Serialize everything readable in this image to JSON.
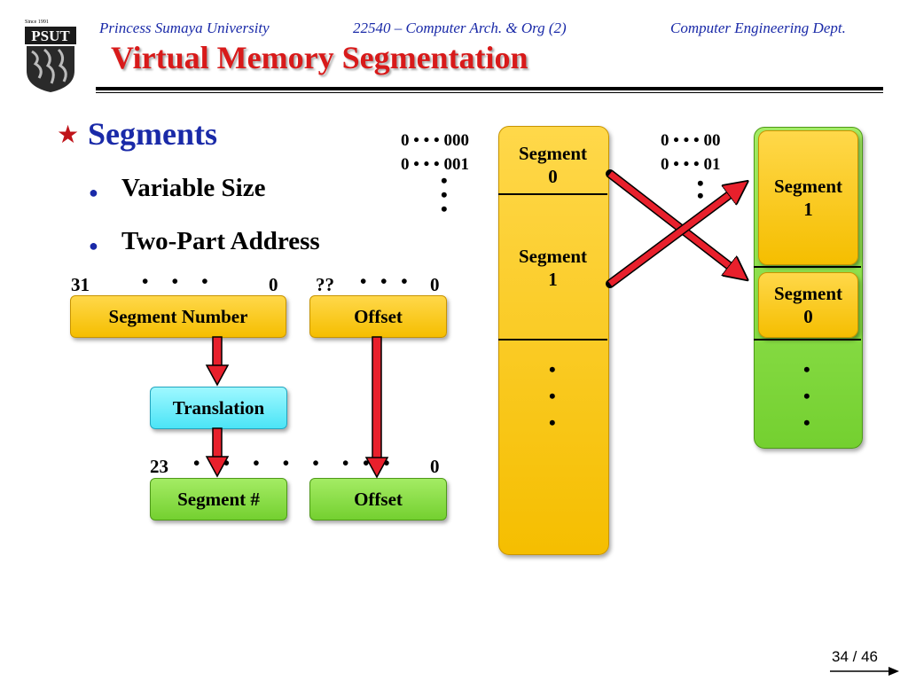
{
  "header": {
    "university": "Princess Sumaya University",
    "course": "22540 – Computer Arch. & Org (2)",
    "department": "Computer Engineering Dept.",
    "title": "Virtual Memory Segmentation",
    "logo_text": "PSUT",
    "logo_since": "Since 1991"
  },
  "bullets": {
    "main": "Segments",
    "sub1": "Variable Size",
    "sub2": "Two-Part Address"
  },
  "address": {
    "virt_hi": "31",
    "virt_lo": "0",
    "offset_hi": "??",
    "offset_lo": "0",
    "segment_number": "Segment Number",
    "offset": "Offset",
    "translation": "Translation",
    "phys_hi": "23",
    "phys_lo": "0",
    "segment_hash": "Segment #",
    "phys_offset": "Offset"
  },
  "virtual_memory": {
    "addr1": "0 • • • 000",
    "addr2": "0 • • • 001",
    "seg0": [
      "Segment",
      "0"
    ],
    "seg1": [
      "Segment",
      "1"
    ]
  },
  "physical_memory": {
    "addr1": "0 • • • 00",
    "addr2": "0 • • • 01",
    "seg1": [
      "Segment",
      "1"
    ],
    "seg0": [
      "Segment",
      "0"
    ]
  },
  "footer": {
    "page": "34 / 46"
  },
  "colors": {
    "blue": "#1a2aa8",
    "red": "#d81a1a",
    "yellow": "#f5be00",
    "green": "#74d030",
    "cyan": "#4be4f6"
  }
}
